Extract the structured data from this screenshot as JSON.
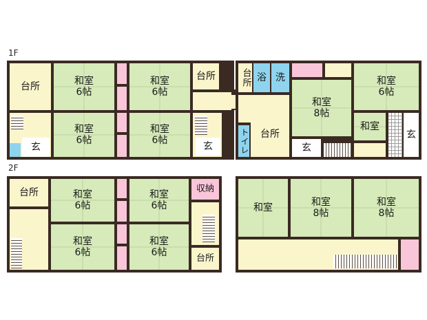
{
  "floors": {
    "first": "1F",
    "second": "2F"
  },
  "labels": {
    "kitchen": "台所",
    "washitsu": "和室",
    "six_tatami": "6帖",
    "eight_tatami": "8帖",
    "entrance": "玄",
    "bath": "浴",
    "wash": "洗",
    "toilet": "トイレ",
    "storage": "収納",
    "kitchen_vertical": "台所"
  },
  "colors": {
    "wall": "#3a2a22",
    "tatami": "#d6ebb9",
    "cream": "#fbf5cc",
    "pink": "#f9c6d9",
    "water": "#8fd4ee"
  }
}
